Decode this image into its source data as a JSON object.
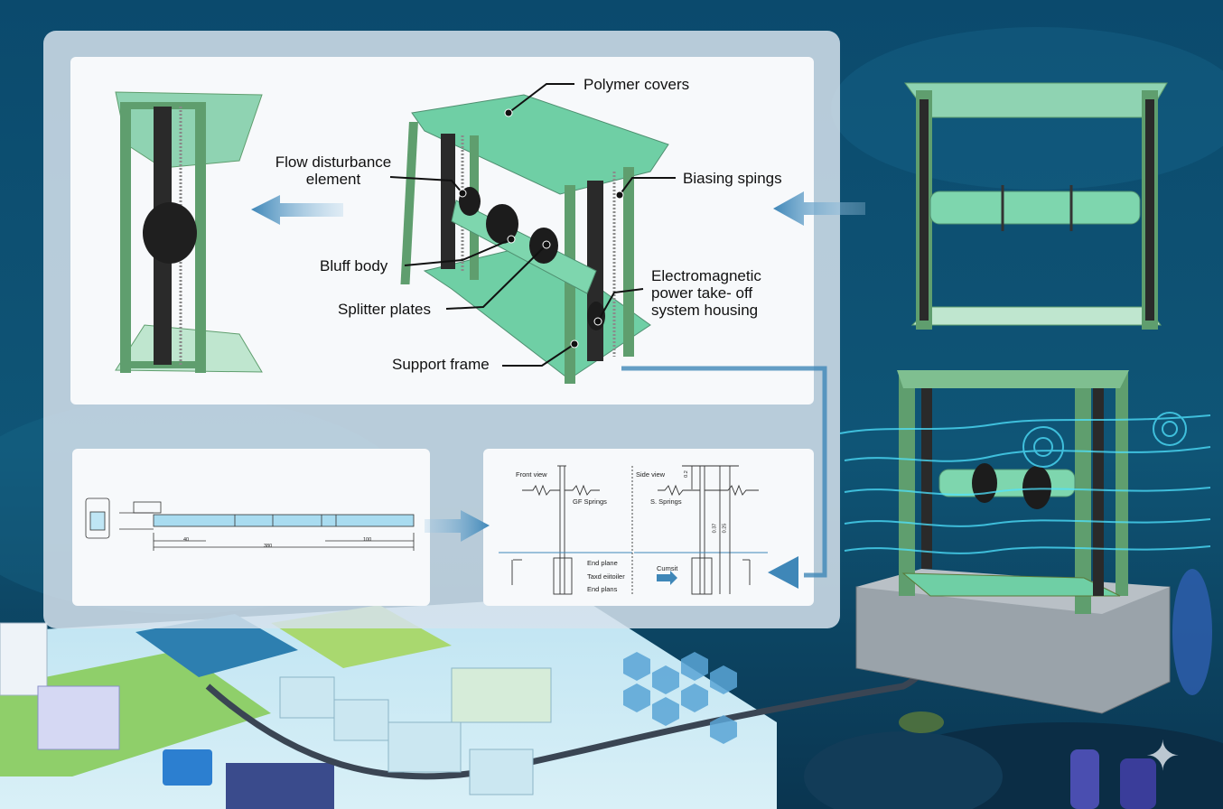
{
  "labels": {
    "polymer_covers": "Polymer covers",
    "flow_disturbance_line1": "Flow disturbance",
    "flow_disturbance_line2": "element",
    "biasing_springs": "Biasing spings",
    "bluff_body": "Bluff body",
    "em_line1": "Electromagnetic",
    "em_line2": "power take- off",
    "em_line3": "system housing",
    "splitter_plates": "Splitter plates",
    "support_frame": "Support frame"
  },
  "flume_schematic": {
    "dim_40": "40",
    "dim_380": "380",
    "dim_100": "100"
  },
  "spring_schematic": {
    "front_view": "Front view",
    "gf_springs": "GF Springs",
    "side_view": "Side view",
    "s_springs": "S. Springs",
    "end_plate_top": "End plane",
    "tail_element": "Taxd eiitoiler",
    "end_plate_bottom": "End plans",
    "current": "Cumsit",
    "dim_a": "0.2",
    "dim_b": "0.37",
    "dim_c": "0.25"
  },
  "colors": {
    "frame_green": "#5f9e6e",
    "cover_green": "#6fcfa5",
    "ocean": "#0d3f5e",
    "arrow_blue": "#3f87b8"
  }
}
